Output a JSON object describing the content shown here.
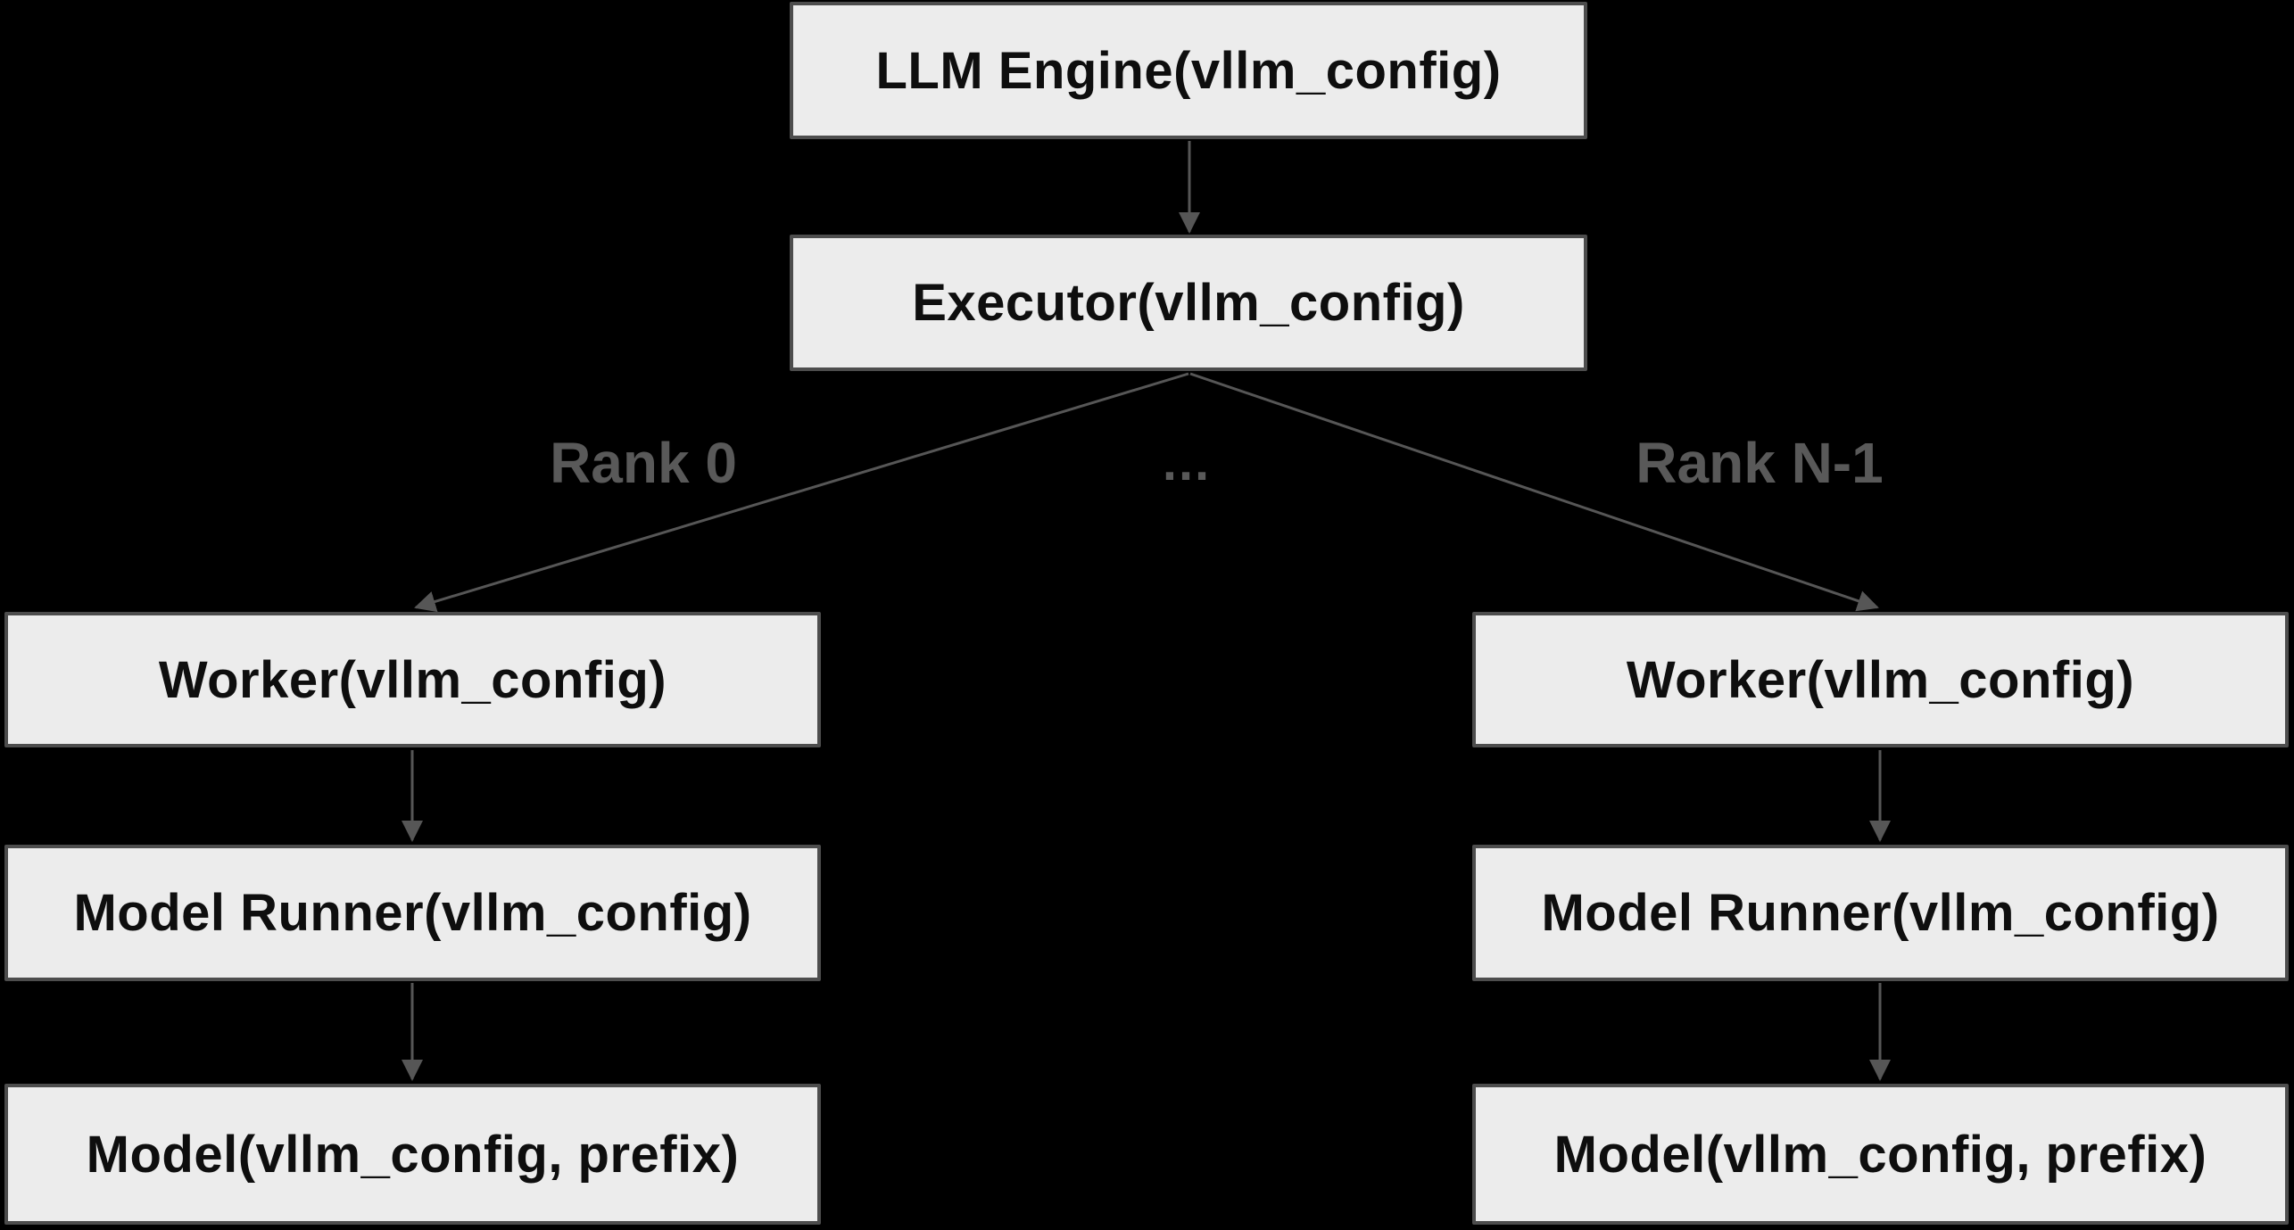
{
  "diagram": {
    "title": "vLLM engine / executor / worker class hierarchy",
    "nodes": [
      {
        "id": "llm-engine",
        "label": "LLM Engine(vllm_config)"
      },
      {
        "id": "executor",
        "label": "Executor(vllm_config)"
      },
      {
        "id": "worker-left",
        "label": "Worker(vllm_config)"
      },
      {
        "id": "worker-right",
        "label": "Worker(vllm_config)"
      },
      {
        "id": "model-runner-left",
        "label": "Model Runner(vllm_config)"
      },
      {
        "id": "model-runner-right",
        "label": "Model Runner(vllm_config)"
      },
      {
        "id": "model-left",
        "label": "Model(vllm_config, prefix)"
      },
      {
        "id": "model-right",
        "label": "Model(vllm_config, prefix)"
      }
    ],
    "edge_labels": {
      "rank_0": "Rank 0",
      "ellipsis": "...",
      "rank_n_1": "Rank N-1"
    },
    "colors": {
      "background": "#000000",
      "node_fill": "#ececec",
      "node_border": "#4d4d4d",
      "node_text": "#0e0e0e",
      "edge": "#565656",
      "edge_label": "#595959"
    }
  }
}
